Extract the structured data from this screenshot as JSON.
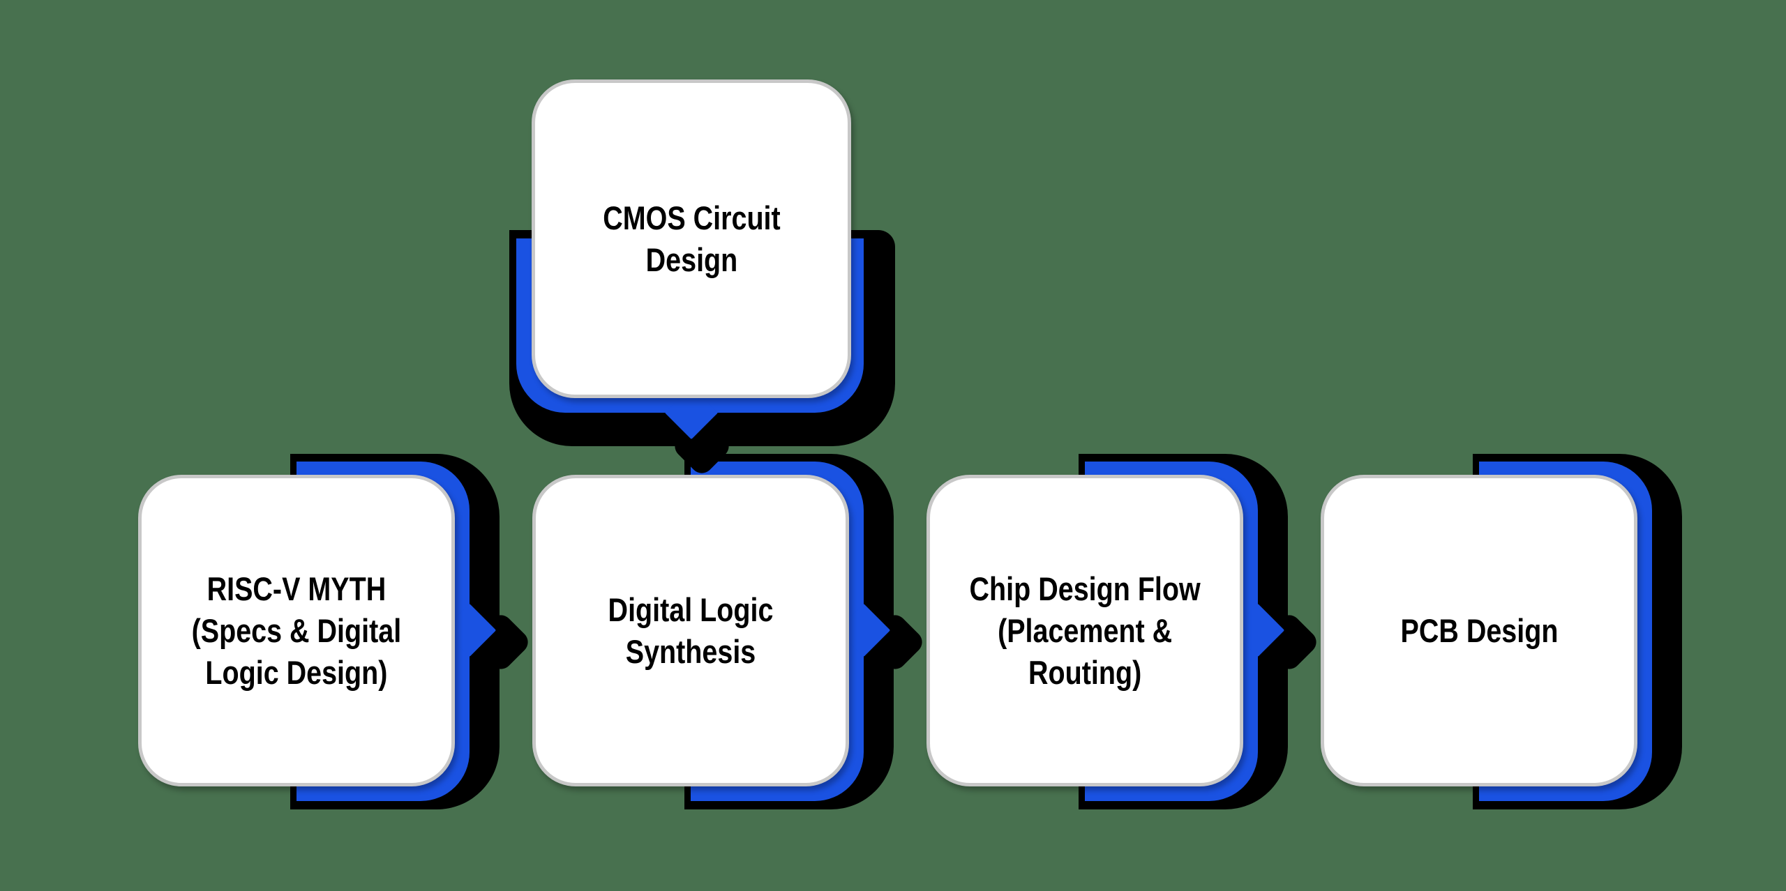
{
  "diagram_type": "process-flow",
  "colors": {
    "background": "#48714F",
    "accent_blue": "#1A52E2",
    "shadow_black": "#000000",
    "card_white": "#FFFFFF",
    "card_border_gray": "#C8C8C8",
    "text_black": "#000000"
  },
  "nodes": {
    "cmos": {
      "label": "CMOS Circuit\nDesign"
    },
    "riscv": {
      "label": "RISC-V MYTH\n(Specs & Digital\nLogic Design)"
    },
    "synthesis": {
      "label": "Digital Logic\nSynthesis"
    },
    "chip": {
      "label": "Chip Design Flow\n(Placement &\nRouting)"
    },
    "pcb": {
      "label": "PCB Design"
    }
  },
  "edges": [
    {
      "from": "CMOS Circuit Design",
      "to": "Digital Logic Synthesis",
      "direction": "down"
    },
    {
      "from": "RISC-V MYTH (Specs & Digital Logic Design)",
      "to": "Digital Logic Synthesis",
      "direction": "right"
    },
    {
      "from": "Digital Logic Synthesis",
      "to": "Chip Design Flow (Placement & Routing)",
      "direction": "right"
    },
    {
      "from": "Chip Design Flow (Placement & Routing)",
      "to": "PCB Design",
      "direction": "right"
    }
  ]
}
